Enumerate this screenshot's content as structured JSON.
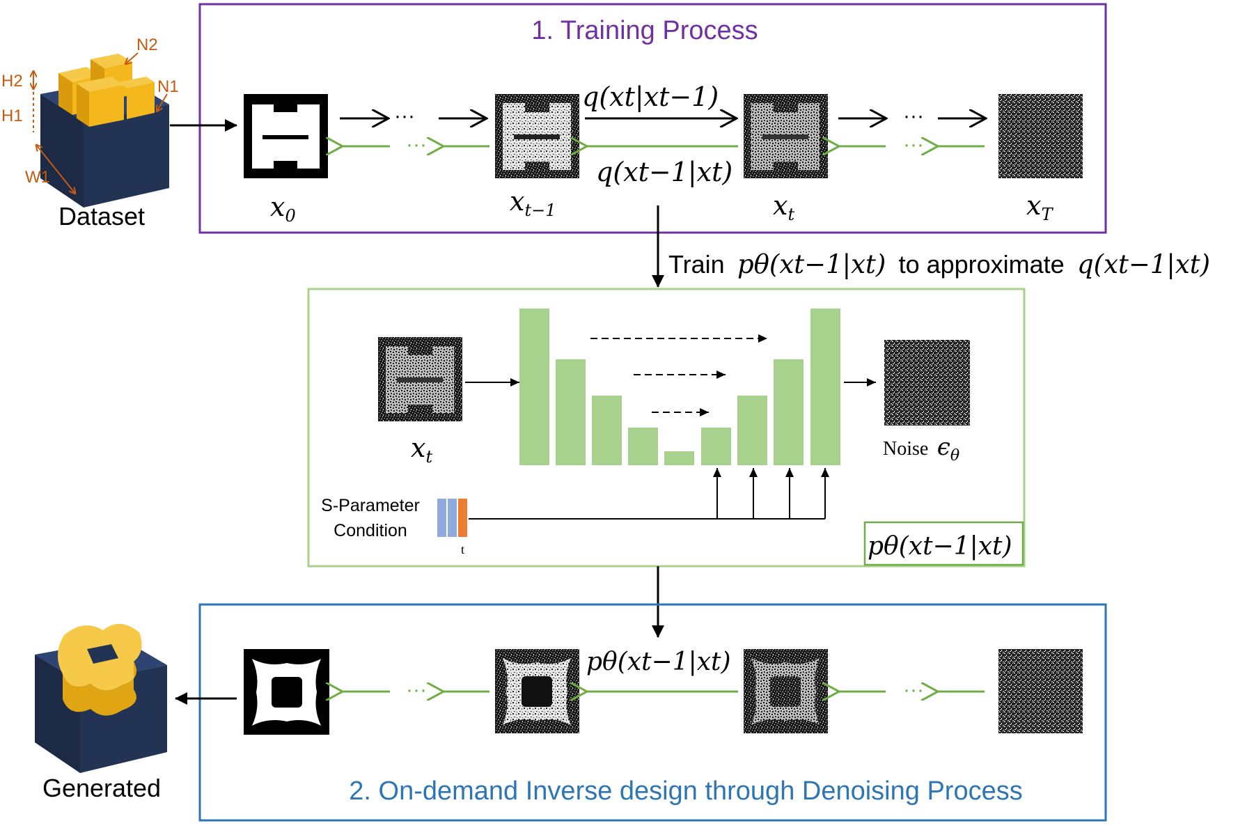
{
  "training": {
    "title": "1. Training Process",
    "states": [
      {
        "base": "x",
        "sub": "0"
      },
      {
        "base": "x",
        "sub": "t−1"
      },
      {
        "base": "x",
        "sub": "t"
      },
      {
        "base": "x",
        "sub": "T"
      }
    ],
    "forward_label": "q(xt|xt−1)",
    "reverse_label": "q(xt−1|xt)",
    "ellipsis": "···"
  },
  "dataset": {
    "label": "Dataset",
    "dims": [
      "H2",
      "H1",
      "N2",
      "N1",
      "W1"
    ]
  },
  "train_caption": {
    "prefix": "Train",
    "model": "pθ(xt−1|xt)",
    "middle": "to approximate",
    "target": "q(xt−1|xt)"
  },
  "unet": {
    "input_label": {
      "base": "x",
      "sub": "t"
    },
    "output_label": "Noise",
    "output_symbol": {
      "base": "ϵ",
      "sub": "θ"
    },
    "condition_label_1": "S-Parameter",
    "condition_label_2": "Condition",
    "t_label": "t",
    "model_label": "pθ(xt−1|xt)"
  },
  "denoising": {
    "title": "2. On-demand Inverse design through Denoising Process",
    "step_label": "pθ(xt−1|xt)",
    "output_label": "Generated",
    "ellipsis": "···"
  },
  "colors": {
    "training_border": "#7030a0",
    "unet_border": "#a9d18e",
    "denoise_border": "#2e75b6",
    "green_arrow": "#70ad47",
    "bar_fill": "#a9d18e",
    "cube_body": "#223354",
    "cube_top": "#f4b81c",
    "dim_color": "#c55a11"
  }
}
